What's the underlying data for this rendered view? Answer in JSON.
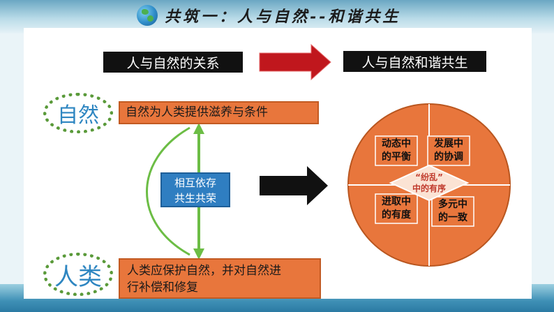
{
  "title": "共筑一：人与自然--和谐共生",
  "header": {
    "left": "人与自然的关系",
    "right": "人与自然和谐共生"
  },
  "nature": {
    "circle_label": "自然",
    "box_text": "自然为人类提供滋养与条件"
  },
  "human": {
    "circle_label": "人类",
    "box_text_line1": "人类应保护自然，并对自然进",
    "box_text_line2": "行补偿和修复"
  },
  "middle": {
    "line1": "相互依存",
    "line2": "共生共荣"
  },
  "circle": {
    "top_left": [
      "动态中",
      "的平衡"
    ],
    "top_right": [
      "发展中",
      "的协调"
    ],
    "bottom_left": [
      "进取中",
      "的有度"
    ],
    "bottom_right": [
      "多元中",
      "的一致"
    ],
    "center": [
      "“纷乱”",
      "中的有序"
    ]
  },
  "colors": {
    "orange": "#e8763c",
    "red_arrow": "#c0171d",
    "black_arrow": "#111111",
    "green_arrow": "#6cbd45",
    "blue_box": "#2f7ec1"
  }
}
